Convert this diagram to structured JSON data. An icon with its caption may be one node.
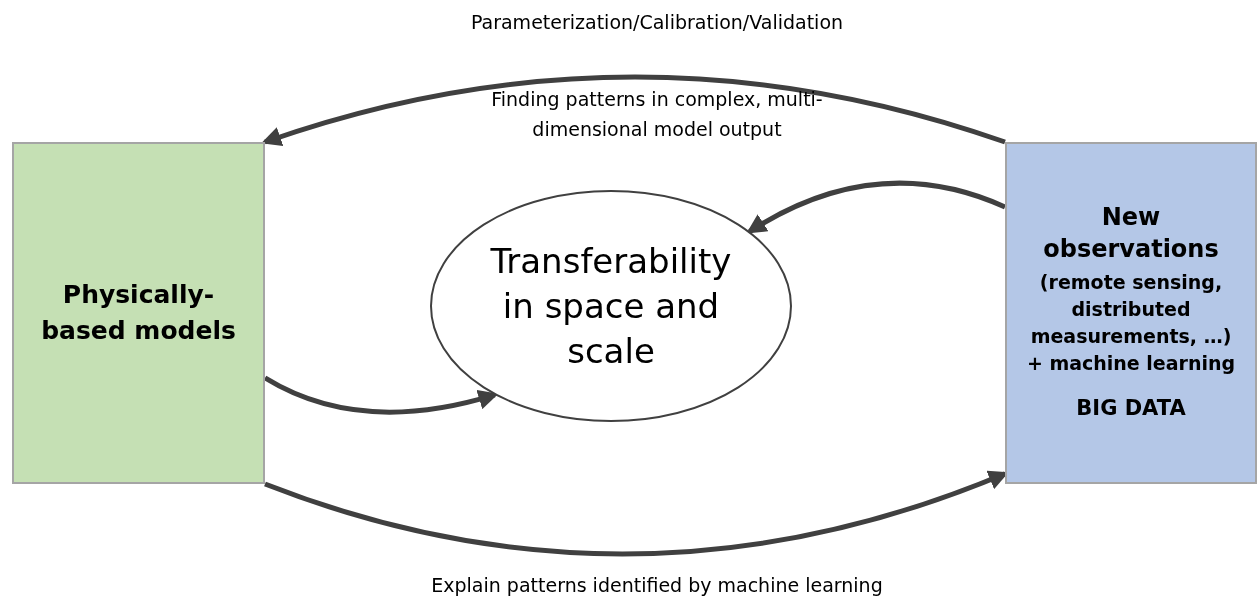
{
  "diagram": {
    "nodes": [
      {
        "text": [
          "Physically-based models"
        ]
      },
      {
        "text": [
          "Transferability in space and scale"
        ]
      },
      {
        "text": [
          "New observations",
          "(remote sensing, distributed measurements, …) + machine learning",
          "BIG DATA"
        ]
      }
    ],
    "edges": [
      {
        "from": 2,
        "to": 0,
        "arrow": "to",
        "label": "Parameterization/Calibration/Validation"
      },
      {
        "from": 2,
        "to": 1,
        "arrow": "to"
      },
      {
        "from": 0,
        "to": 1,
        "arrow": "to"
      },
      {
        "from": 0,
        "to": 2,
        "arrow": "to",
        "label": "Explain patterns identified by machine learning"
      }
    ],
    "labels": [
      "Finding patterns in complex, multi-dimensional model output"
    ]
  }
}
